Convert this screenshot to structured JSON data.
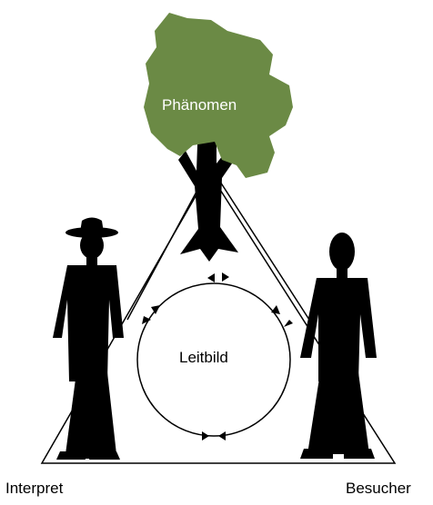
{
  "labels": {
    "tree": "Phänomen",
    "center": "Leitbild",
    "left_person": "Interpret",
    "right_person": "Besucher"
  },
  "colors": {
    "foliage": "#6b8a45",
    "silhouette": "#000000",
    "lines": "#000000",
    "tree_label": "#ffffff"
  },
  "icons": [
    "tree-icon",
    "ranger-hat-person-icon",
    "person-icon"
  ]
}
